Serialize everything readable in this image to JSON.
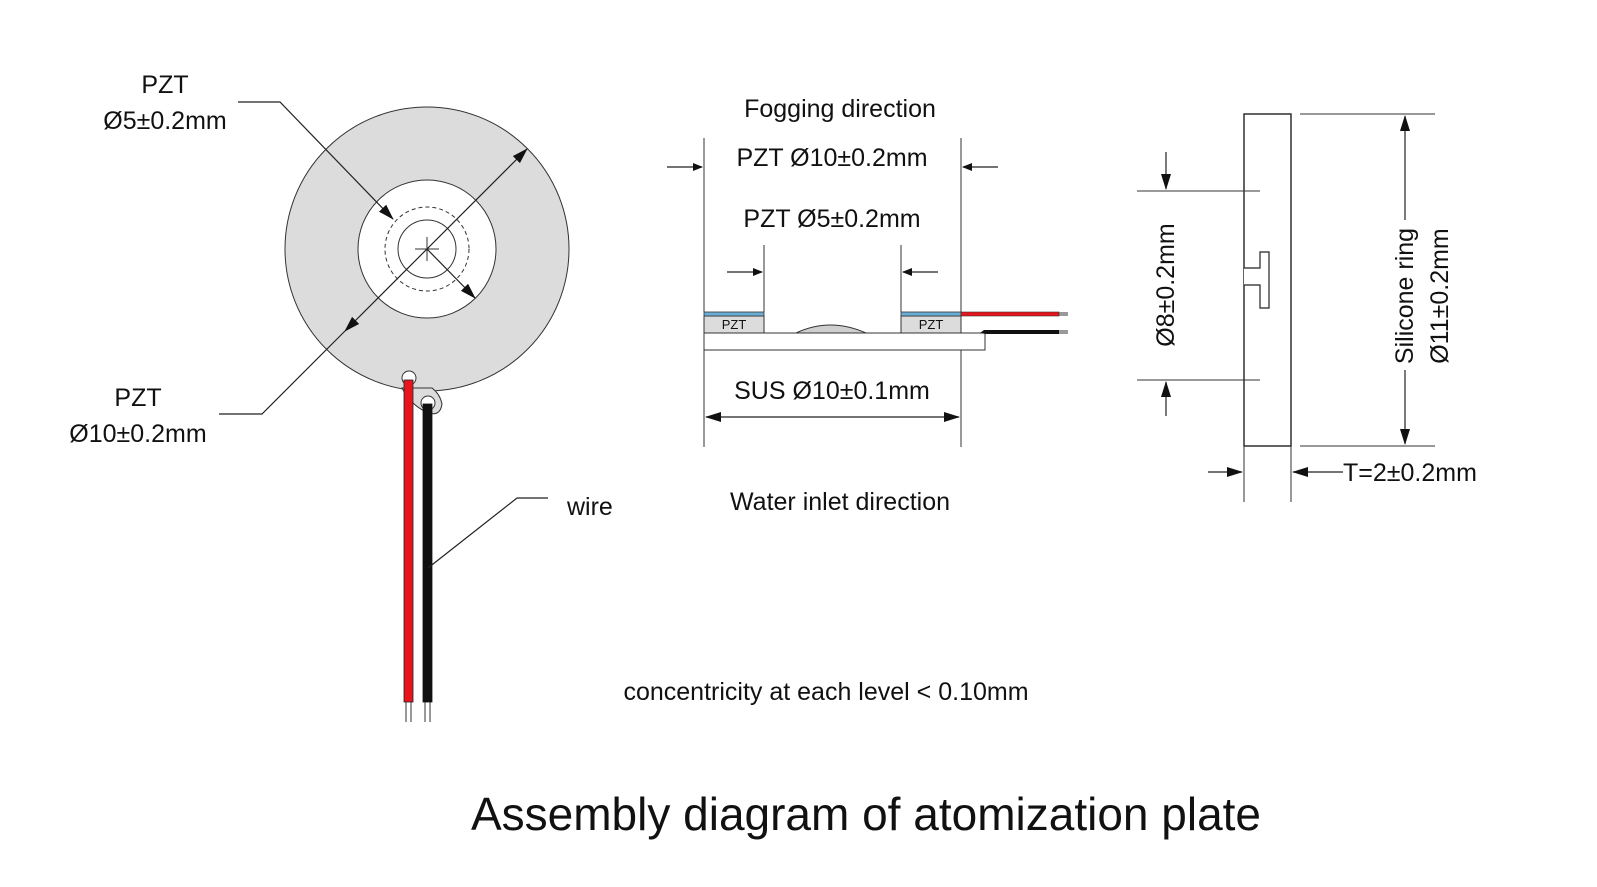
{
  "title": "Assembly diagram of atomization plate",
  "note": "concentricity at each level < 0.10mm",
  "front_view": {
    "pzt_inner_name": "PZT",
    "pzt_inner_dim": "Ø5±0.2mm",
    "pzt_outer_name": "PZT",
    "pzt_outer_dim": "Ø10±0.2mm",
    "wire_label": "wire"
  },
  "section_view": {
    "fogging": "Fogging direction",
    "pzt_outer": "PZT Ø10±0.2mm",
    "pzt_inner": "PZT Ø5±0.2mm",
    "pzt_tag_left": "PZT",
    "pzt_tag_right": "PZT",
    "sus": "SUS Ø10±0.1mm",
    "water": "Water inlet direction"
  },
  "ring_view": {
    "inner_dim": "Ø8±0.2mm",
    "ring_name": "Silicone ring",
    "ring_dim": "Ø11±0.2mm",
    "thickness": "T=2±0.2mm"
  },
  "colors": {
    "pzt_gray": "#dcdcdc",
    "wire_red": "#e8141c",
    "wire_black": "#111111",
    "pzt_top_blue": "#6aaed6",
    "plate_gray": "#cfcfcf"
  }
}
